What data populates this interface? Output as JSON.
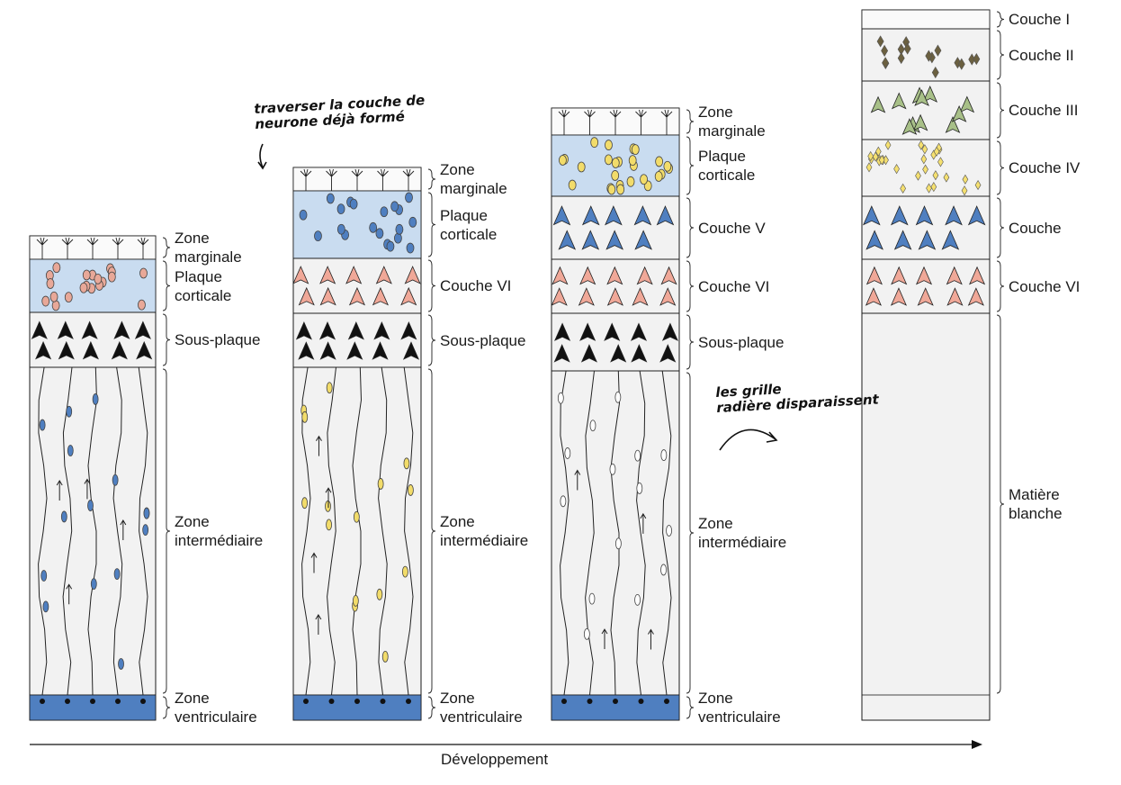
{
  "stages": [
    {
      "id": "stage-1",
      "layers": [
        {
          "label": "Zone\nmarginale",
          "type": "marginal"
        },
        {
          "label": "Plaque\ncorticale",
          "type": "plate"
        },
        {
          "label": "Sous-plaque",
          "type": "subplate"
        },
        {
          "label": "Zone\nintermédiaire",
          "type": "intermediate"
        },
        {
          "label": "Zone\nventriculaire",
          "type": "ventricular"
        }
      ]
    },
    {
      "id": "stage-2",
      "layers": [
        {
          "label": "Zone\nmarginale",
          "type": "marginal"
        },
        {
          "label": "Plaque\ncorticale",
          "type": "plate"
        },
        {
          "label": "Couche VI",
          "type": "layer-vi"
        },
        {
          "label": "Sous-plaque",
          "type": "subplate"
        },
        {
          "label": "Zone\nintermédiaire",
          "type": "intermediate"
        },
        {
          "label": "Zone\nventriculaire",
          "type": "ventricular"
        }
      ]
    },
    {
      "id": "stage-3",
      "layers": [
        {
          "label": "Zone\nmarginale",
          "type": "marginal"
        },
        {
          "label": "Plaque\ncorticale",
          "type": "plate"
        },
        {
          "label": "Couche V",
          "type": "layer-v"
        },
        {
          "label": "Couche VI",
          "type": "layer-vi"
        },
        {
          "label": "Sous-plaque",
          "type": "subplate"
        },
        {
          "label": "Zone\nintermédiaire",
          "type": "intermediate"
        },
        {
          "label": "Zone\nventriculaire",
          "type": "ventricular"
        }
      ]
    },
    {
      "id": "stage-4",
      "layers": [
        {
          "label": "Couche I",
          "type": "layer-i"
        },
        {
          "label": "Couche II",
          "type": "layer-ii"
        },
        {
          "label": "Couche III",
          "type": "layer-iii"
        },
        {
          "label": "Couche IV",
          "type": "layer-iv"
        },
        {
          "label": "Couche",
          "type": "layer-v"
        },
        {
          "label": "Couche VI",
          "type": "layer-vi"
        },
        {
          "label": "Matière\nblanche",
          "type": "white-matter"
        }
      ]
    }
  ],
  "annotations": {
    "note_top": "traverser la couche de\nneurone déjà formé",
    "note_mid": "les grille\nradière disparaissent"
  },
  "axis": {
    "label": "Développement"
  },
  "colors": {
    "plate_fill": "#c9dcf0",
    "ventricular_fill": "#4f7fc0",
    "stage1_plate_cells": "#e8a898",
    "stage2_plate_cells": "#4f7fc0",
    "stage3_plate_cells": "#f2dc6a",
    "subplate_neurons": "#111111",
    "layer_vi_neurons": "#f0a898",
    "layer_v_neurons": "#4f7fc0",
    "layer_iv_cells": "#f5e070",
    "layer_iii_neurons": "#a8c088",
    "layer_ii_cells": "#6b6040",
    "migrating_stage1": "#4f7fc0",
    "migrating_stage2": "#f2dc6a",
    "migrating_stage3": "#ffffff",
    "column_bg": "#f2f2f2",
    "line": "#1a1a1a"
  }
}
